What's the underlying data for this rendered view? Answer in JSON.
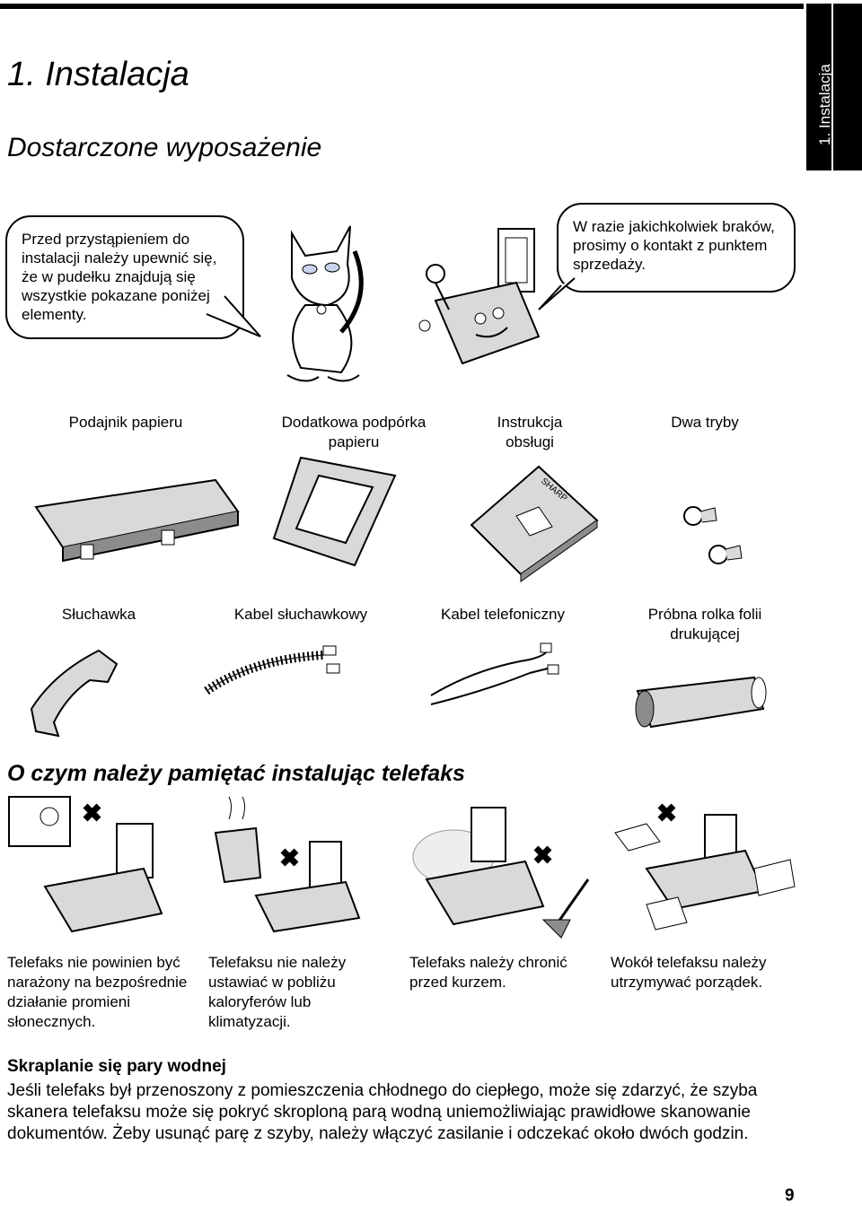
{
  "header": {
    "side_tab": "1.  Instalacja",
    "title": "1. Instalacja",
    "subtitle": "Dostarczone wyposażenie"
  },
  "bubbles": {
    "left": "Przed przystąpieniem do instalacji należy upewnić się, że w pudełku znajdują się wszystkie pokazane poniżej elementy.",
    "right": "W razie jakichkolwiek braków, prosimy o kontakt z punktem sprzedaży."
  },
  "items_row1": {
    "paper_tray": "Podajnik papieru",
    "paper_support": "Dodatkowa podpórka papieru",
    "manual": "Instrukcja obsługi",
    "two_modes": "Dwa tryby"
  },
  "manual_brand": "SHARP",
  "items_row2": {
    "handset": "Słuchawka",
    "handset_cord": "Kabel słuchawkowy",
    "phone_cable": "Kabel telefoniczny",
    "film_roll": "Próbna rolka folii drukującej"
  },
  "install_section": {
    "heading": "O czym należy pamiętać instalując telefaks",
    "caption_sun": "Telefaks nie powinien być narażony na bezpośrednie działanie promieni słonecznych.",
    "caption_heat": "Telefaksu nie należy ustawiać w pobliżu kaloryferów lub klimatyzacji.",
    "caption_dust": "Telefaks należy chronić przed kurzem.",
    "caption_clutter": "Wokół telefaksu należy utrzymywać porządek."
  },
  "condensation": {
    "heading": "Skraplanie się pary wodnej",
    "body": "Jeśli telefaks był przenoszony z pomieszczenia chłodnego do ciepłego, może się zdarzyć, że szyba skanera telefaksu może się pokryć skroploną parą wodną uniemożliwiając prawidłowe skanowanie dokumentów. Żeby usunąć parę z szyby, należy włączyć zasilanie i odczekać około dwóch godzin."
  },
  "page_number": "9",
  "colors": {
    "ink": "#000000",
    "fill_gray": "#d9d9d9",
    "dark_gray": "#8c8c8c"
  }
}
